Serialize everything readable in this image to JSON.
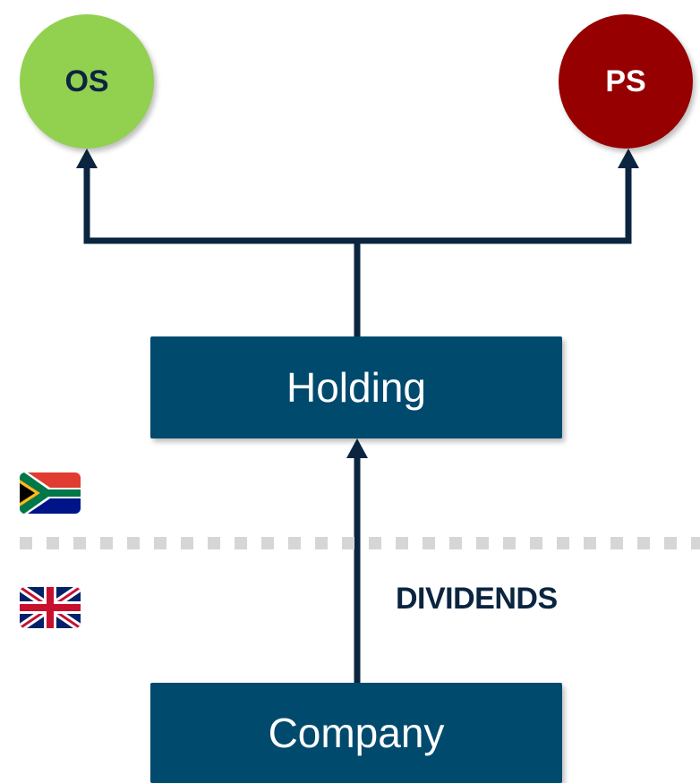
{
  "diagram": {
    "nodes": {
      "os": {
        "label": "OS",
        "color": "#92d050"
      },
      "ps": {
        "label": "PS",
        "color": "#960000"
      },
      "holding": {
        "label": "Holding"
      },
      "company": {
        "label": "Company"
      }
    },
    "edge_label": "DIVIDENDS",
    "jurisdictions": {
      "upper": {
        "icon": "south-africa-flag-icon"
      },
      "lower": {
        "icon": "united-kingdom-flag-icon"
      }
    }
  },
  "colors": {
    "box": "#004a6e",
    "line": "#0b2540",
    "divider": "#d6d6d6"
  }
}
